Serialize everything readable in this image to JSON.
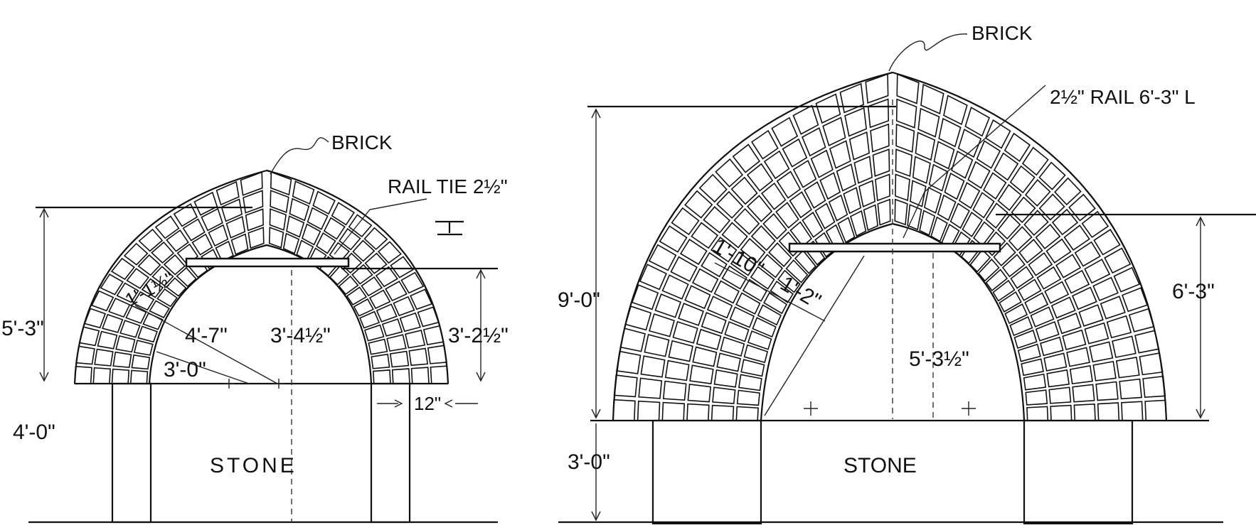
{
  "left_arch": {
    "brick_label": "BRICK",
    "rail_label": "RAIL TIE 2½\"",
    "height_total": "5'-3\"",
    "pier_height": "4'-0\"",
    "radius_1": "1'-1½\"",
    "radius_2": "4'-7\"",
    "radius_3": "3'-0\"",
    "rise": "3'-4½\"",
    "rail_height": "3'-2½\"",
    "brick_width": "12\"",
    "stone_label": "STONE"
  },
  "right_arch": {
    "brick_label": "BRICK",
    "rail_label": "2½\" RAIL  6'-3\" L",
    "height_total": "9'-0\"",
    "rail_height": "6'-3\"",
    "radius_1": "1'-10\"",
    "radius_2": "1'-2\"",
    "rise": "5'-3½\"",
    "pier_height": "3'-0\"",
    "stone_label": "STONE"
  }
}
